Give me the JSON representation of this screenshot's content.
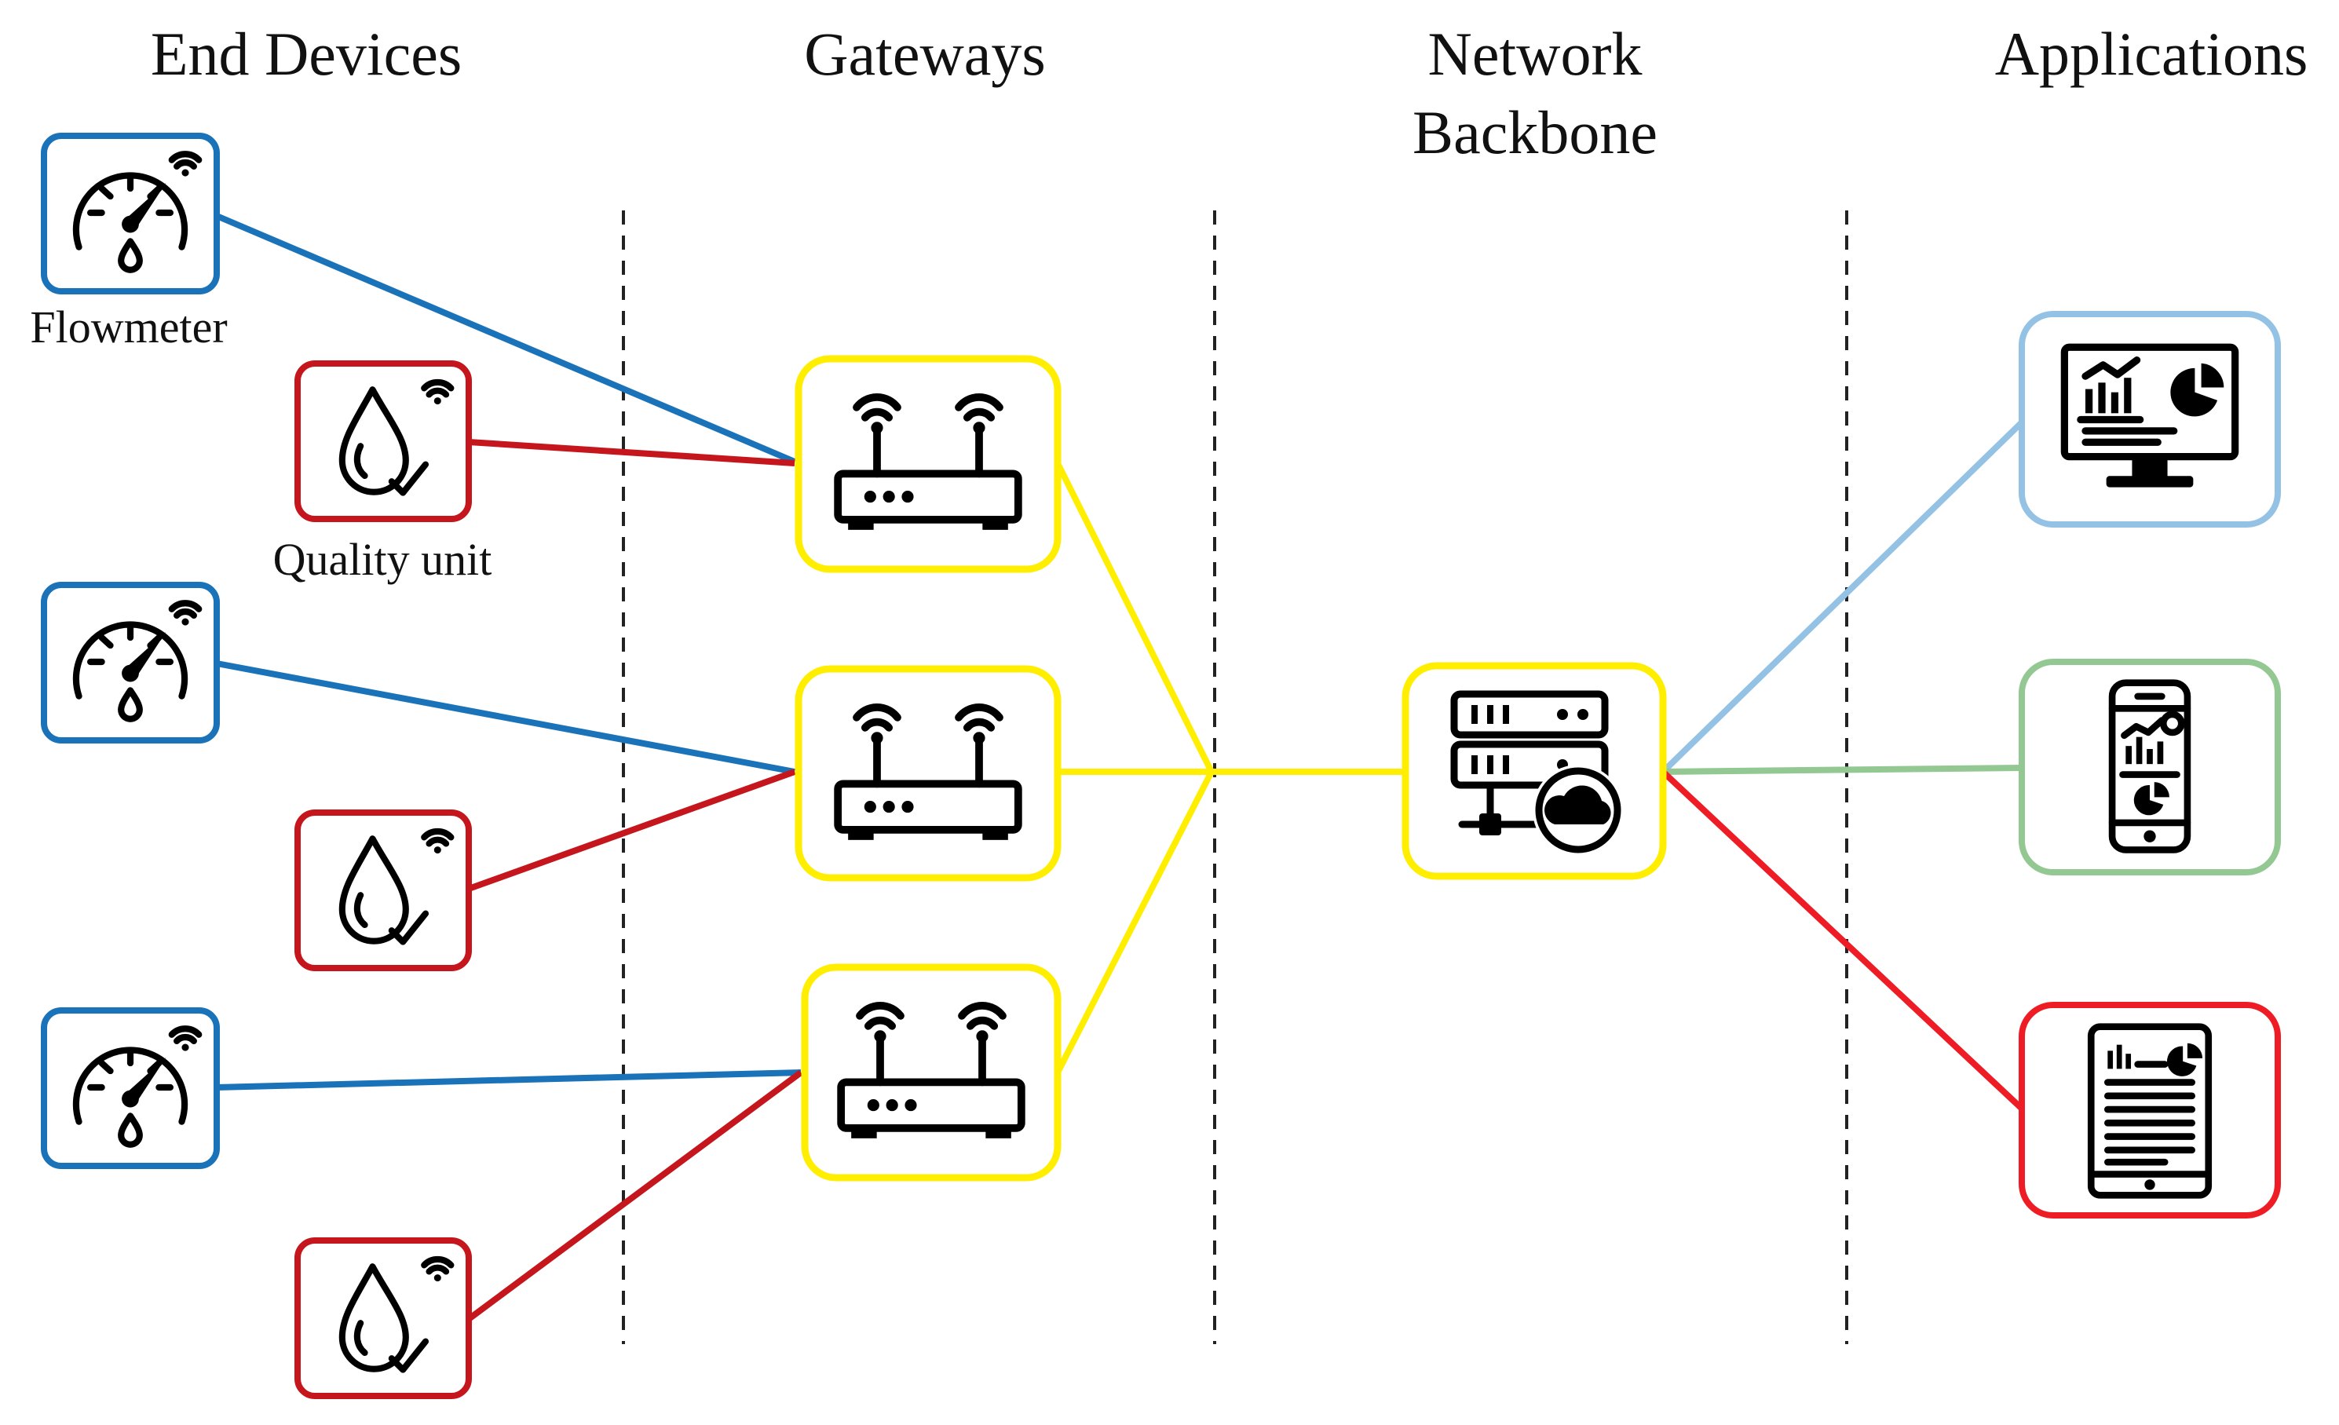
{
  "columns": {
    "end_devices": "End Devices",
    "gateways": "Gateways",
    "network_line1": "Network",
    "network_line2": "Backbone",
    "applications": "Applications"
  },
  "labels": {
    "flowmeter": "Flowmeter",
    "quality_unit": "Quality unit"
  },
  "colors": {
    "flowmeter": "#1a72b8",
    "quality": "#c4161c",
    "gateway": "#ffee00",
    "app_desktop": "#93c2e4",
    "app_mobile": "#93c892",
    "app_tablet": "#ee1c24"
  },
  "icons": {
    "flowmeter": "gauge-droplet-wifi-icon",
    "quality": "droplet-check-wifi-icon",
    "gateway": "wifi-router-icon",
    "backbone": "server-cloud-icon",
    "desktop": "monitor-dashboard-icon",
    "mobile": "smartphone-dashboard-icon",
    "tablet": "tablet-report-icon"
  }
}
